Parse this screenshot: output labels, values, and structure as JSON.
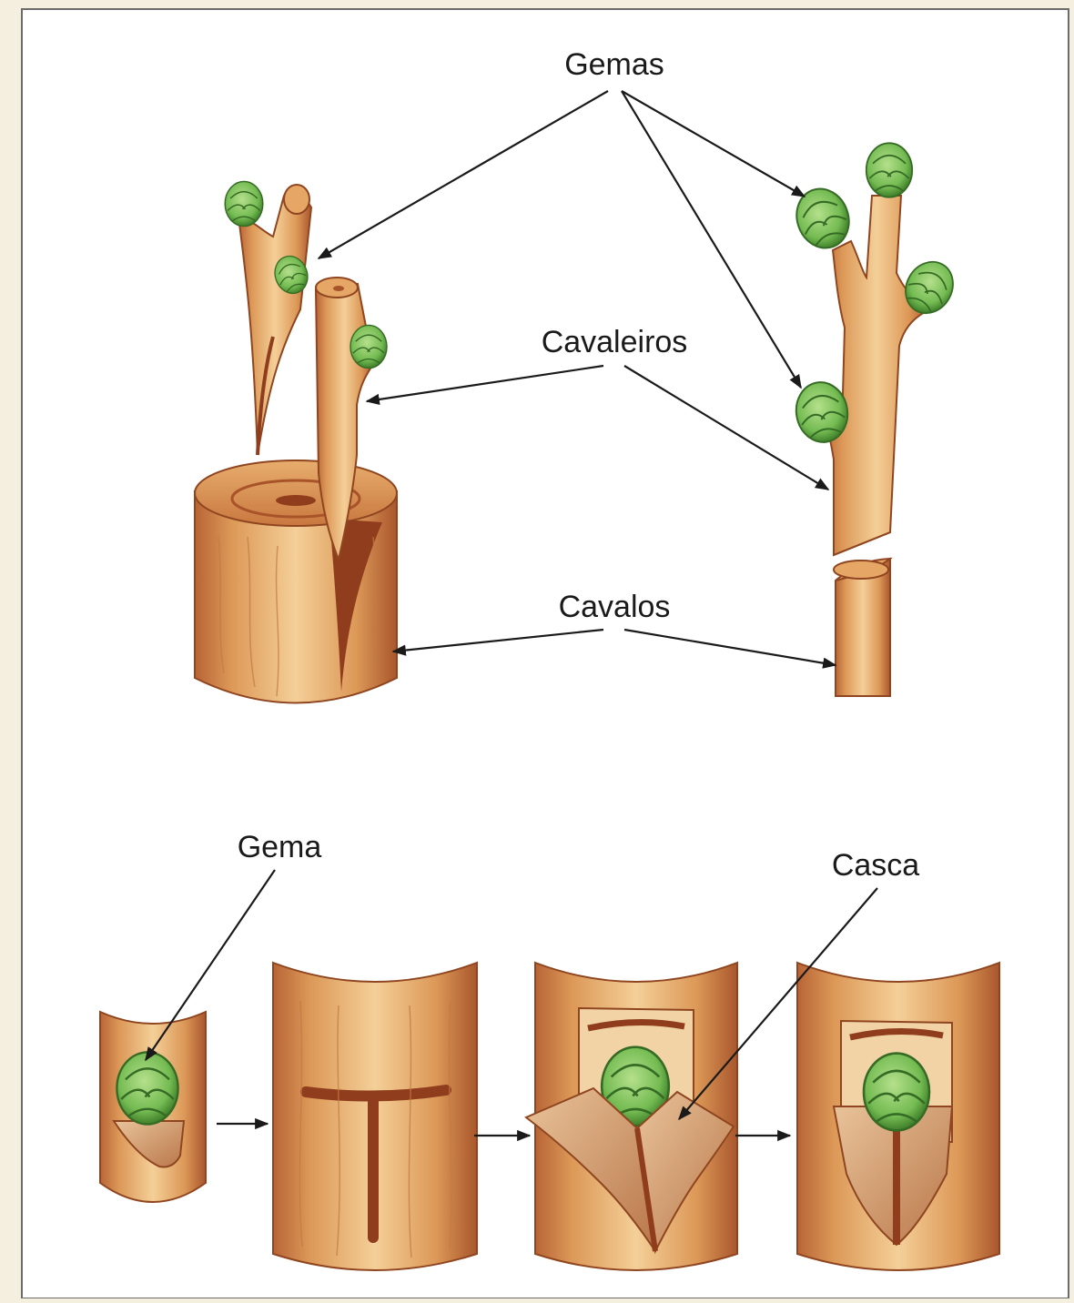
{
  "labels": {
    "gemas": "Gemas",
    "cavaleiros": "Cavaleiros",
    "cavalos": "Cavalos",
    "gema": "Gema",
    "casca": "Casca"
  },
  "colors": {
    "background": "#f5efe0",
    "panel": "#ffffff",
    "wood_light": "#f0c48a",
    "wood_mid": "#d9924e",
    "wood_dark": "#a8532a",
    "bud_green": "#7cc35a",
    "bud_dark": "#3f7f2a",
    "arrow": "#1a1a1a"
  }
}
